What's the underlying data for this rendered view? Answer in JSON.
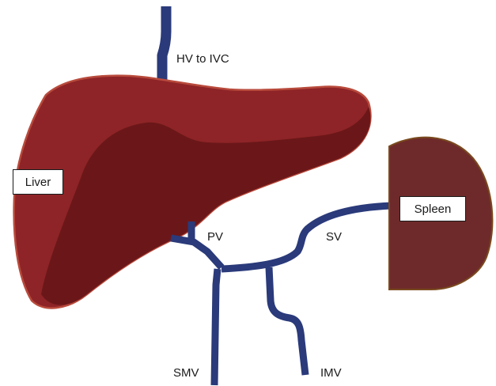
{
  "labels": {
    "hv": "HV to IVC",
    "pv": "PV",
    "sv": "SV",
    "smv": "SMV",
    "imv": "IMV",
    "liver": "Liver",
    "spleen": "Spleen"
  },
  "colors": {
    "liver_outer": "#8e2427",
    "liver_inner": "#6b1719",
    "liver_edge": "#b84a3c",
    "spleen_fill": "#6e2a2a",
    "spleen_edge": "#7a4a1e",
    "vessel": "#2a3a7a"
  }
}
